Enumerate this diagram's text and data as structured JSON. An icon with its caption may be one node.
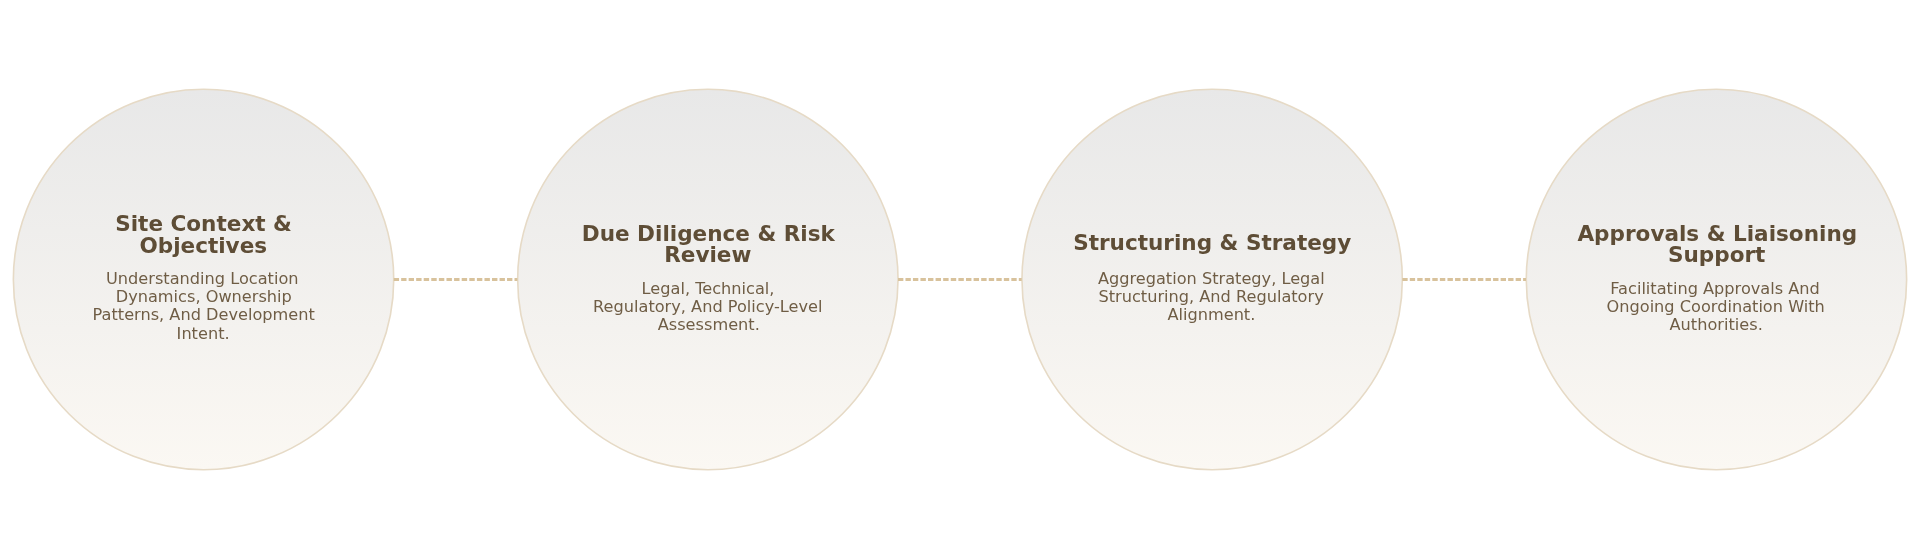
{
  "diagram": {
    "nodes": [
      {
        "text": [
          "Site Context & Objectives",
          "Understanding Location Dynamics, Ownership Patterns, And Development Intent."
        ]
      },
      {
        "text": [
          "Due Diligence & Risk Review",
          "Legal, Technical, Regulatory, And Policy-Level Assessment."
        ]
      },
      {
        "text": [
          "Structuring & Strategy",
          "Aggregation Strategy, Legal Structuring, And Regulatory Alignment."
        ]
      },
      {
        "text": [
          "Approvals & Liaisoning Support",
          "Facilitating Approvals And Ongoing Coordination With Authorities."
        ]
      }
    ],
    "edges": [
      {
        "from": 0,
        "to": 1,
        "arrow": "none",
        "style": "dashed"
      },
      {
        "from": 1,
        "to": 2,
        "arrow": "none",
        "style": "dashed"
      },
      {
        "from": 2,
        "to": 3,
        "arrow": "none",
        "style": "dashed"
      }
    ]
  }
}
